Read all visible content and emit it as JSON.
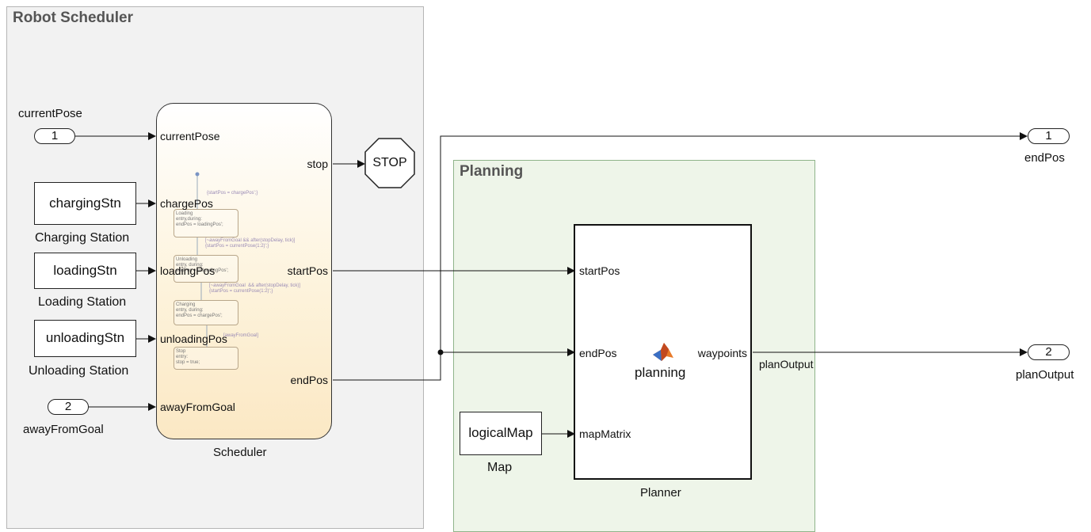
{
  "areas": {
    "robot_scheduler": "Robot Scheduler",
    "planning": "Planning"
  },
  "inports": [
    {
      "number": "1",
      "label": "currentPose"
    },
    {
      "number": "2",
      "label": "awayFromGoal"
    }
  ],
  "constants": [
    {
      "value": "chargingStn",
      "label": "Charging Station"
    },
    {
      "value": "loadingStn",
      "label": "Loading Station"
    },
    {
      "value": "unloadingStn",
      "label": "Unloading Station"
    }
  ],
  "scheduler": {
    "name": "Scheduler",
    "inputs": [
      "currentPose",
      "chargePos",
      "loadingPos",
      "unloadingPos",
      "awayFromGoal"
    ],
    "outputs": [
      "stop",
      "startPos",
      "endPos"
    ],
    "chart": {
      "init_action": "{startPos = chargePos';}",
      "states": [
        "Loading\nentry,during:\nendPos = loadingPos';",
        "Unloading\nentry, during:\nendPos = unloadingPos';",
        "Charging\nentry, during:\nendPos = chargePos';",
        "Stop\nentry:\nstop = true;"
      ],
      "transitions": [
        "[~awayFromGoal && after(stopDelay, tick)]\n{startPos = currentPose(1:2)';}",
        "[~awayFromGoal  && after(stopDelay, tick)]\n{startPos = currentPose(1:2)';}",
        "[awayFromGoal]"
      ]
    }
  },
  "stop_block": "STOP",
  "map": {
    "value": "logicalMap",
    "label": "Map"
  },
  "planner": {
    "name": "Planner",
    "function": "planning",
    "inputs": [
      "startPos",
      "endPos",
      "mapMatrix"
    ],
    "output": "waypoints",
    "icon": "matlab-logo-icon"
  },
  "signal_labels": {
    "plan_output": "planOutput"
  },
  "outports": [
    {
      "number": "1",
      "label": "endPos"
    },
    {
      "number": "2",
      "label": "planOutput"
    }
  ]
}
